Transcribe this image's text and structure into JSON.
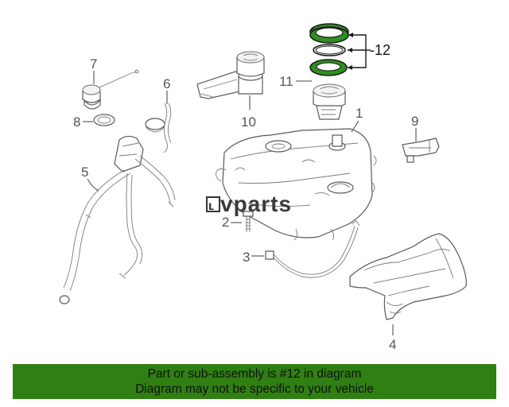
{
  "callouts": {
    "c1": "1",
    "c2": "2",
    "c3": "3",
    "c4": "4",
    "c5": "5",
    "c6": "6",
    "c7": "7",
    "c8": "8",
    "c9": "9",
    "c10": "10",
    "c11": "11",
    "c12": "-12"
  },
  "logo": {
    "text": "vparts",
    "mark": "ʟ"
  },
  "footer": {
    "line1": "Part or sub-assembly is #12 in diagram",
    "line2": "Diagram may not be specific to your vehicle"
  },
  "colors": {
    "highlight": "#2f8f1f",
    "banner": "#2f7f12",
    "line": "#6a6a6a"
  }
}
